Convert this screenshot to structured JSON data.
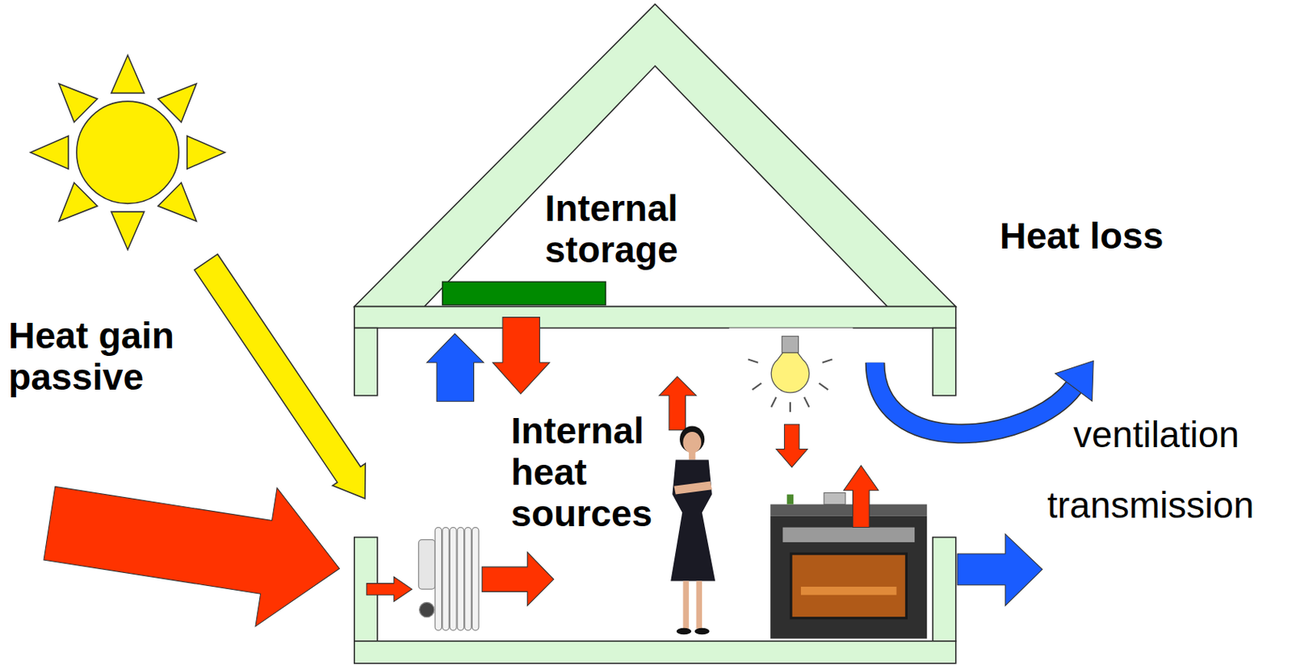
{
  "diagram": {
    "labels": [
      "Internal storage",
      "Heat loss",
      "Heat gain passive",
      "Internal heat sources",
      "ventilation",
      "transmission"
    ]
  }
}
